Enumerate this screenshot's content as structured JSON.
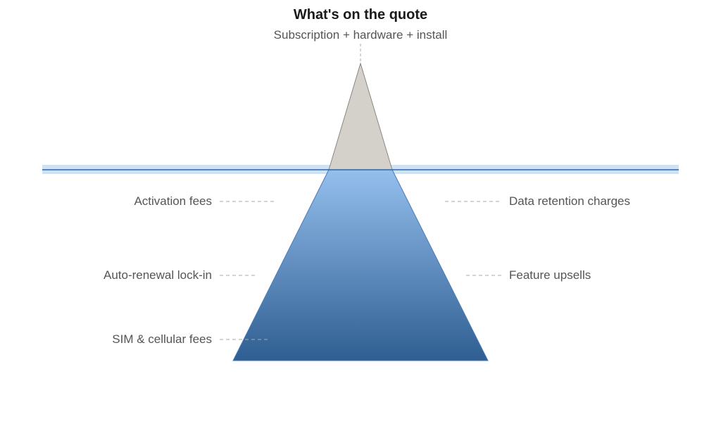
{
  "header": {
    "title": "What's on the quote",
    "subtitle": "Subscription + hardware + install"
  },
  "hidden_costs": {
    "left": [
      "Activation fees",
      "Auto-renewal lock-in",
      "SIM & cellular fees"
    ],
    "right": [
      "Data retention charges",
      "Feature upsells"
    ]
  },
  "colors": {
    "tip_fill": "#d4d1cb",
    "tip_stroke": "#8a8780",
    "underwater_top": "#94bfed",
    "underwater_bottom": "#2f5e92",
    "water_band": "#cfe2f3",
    "water_line": "#2e66ad",
    "leader_line": "#aaaaaa",
    "text_primary": "#1a1a1a",
    "text_secondary": "#555555"
  }
}
